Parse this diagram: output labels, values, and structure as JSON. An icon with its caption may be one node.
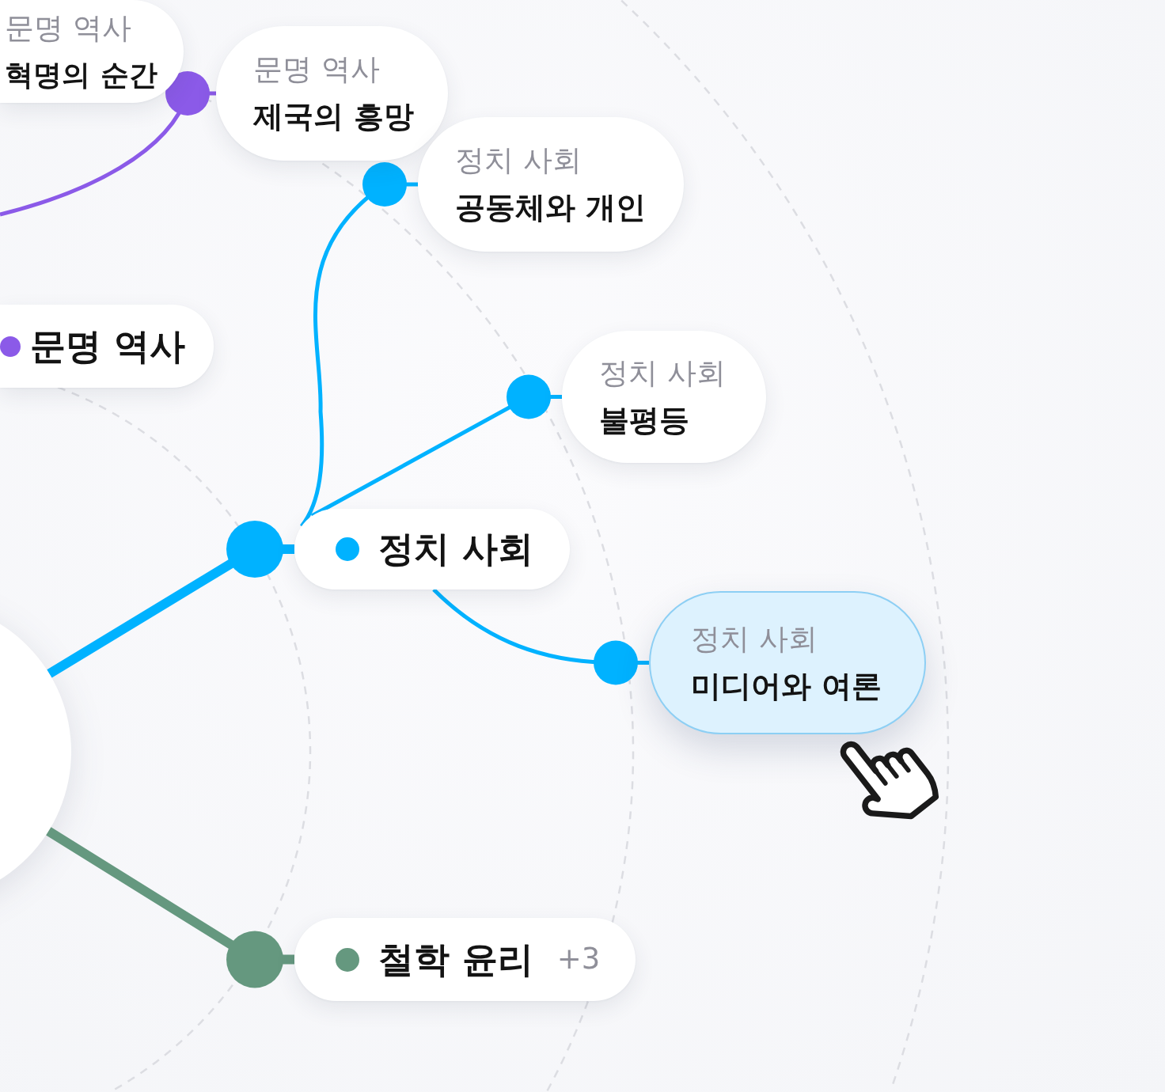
{
  "diagram": {
    "nodes": [
      {
        "text": [
          "문명 역사",
          "혁명의 순간"
        ]
      },
      {
        "text": [
          "문명 역사",
          "제국의 흥망"
        ]
      },
      {
        "text": [
          "정치 사회",
          "공동체와 개인"
        ]
      },
      {
        "text": [
          "문명 역사"
        ]
      },
      {
        "text": [
          "정치 사회",
          "불평등"
        ]
      },
      {
        "text": [
          "정치 사회"
        ]
      },
      {
        "text": [
          "정치 사회",
          "미디어와 여론"
        ]
      },
      {
        "text": [],
        "shape": "circle"
      },
      {
        "text": [
          "철학 윤리",
          "+3"
        ]
      }
    ],
    "edges": [
      {
        "from": null,
        "to": 1,
        "arrow": "other",
        "color": "#8b5ae8"
      },
      {
        "from": 7,
        "to": 5,
        "arrow": "other",
        "style": "thick"
      },
      {
        "from": 5,
        "to": 2,
        "arrow": "other"
      },
      {
        "from": 5,
        "to": 4,
        "arrow": "other"
      },
      {
        "from": 5,
        "to": 6,
        "arrow": "other"
      },
      {
        "from": 7,
        "to": 8,
        "arrow": "other",
        "style": "thick",
        "color": "#65987f"
      }
    ]
  }
}
